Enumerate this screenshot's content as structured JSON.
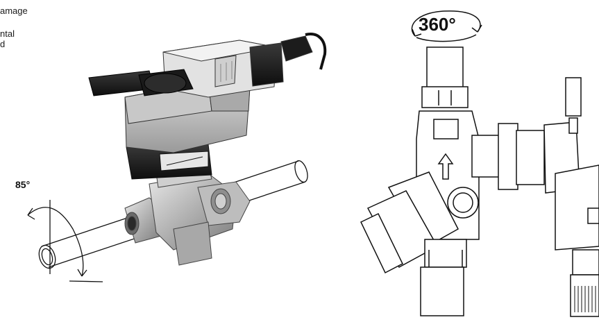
{
  "left_text": {
    "line1": "amage",
    "line2": "ntal",
    "line3": "d"
  },
  "figure_left": {
    "angle_label": "85°",
    "icon": "motorized-valve-photo"
  },
  "figure_right": {
    "rotation_label": "360°",
    "icon": "valve-line-drawing"
  }
}
